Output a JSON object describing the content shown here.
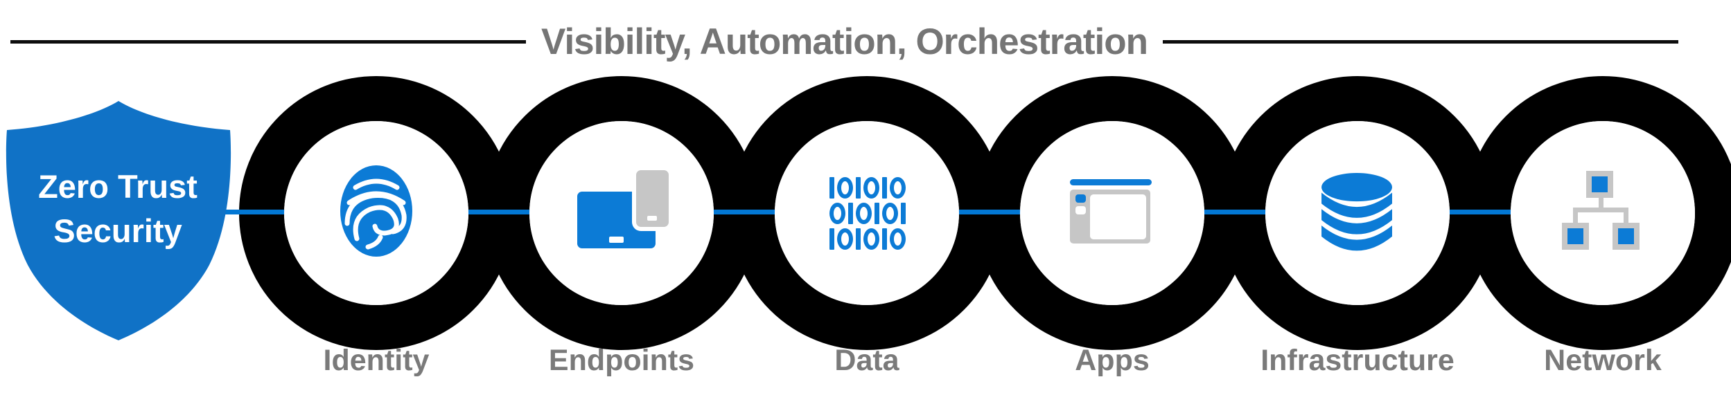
{
  "header": {
    "title": "Visibility, Automation, Orchestration"
  },
  "shield": {
    "line1": "Zero Trust",
    "line2": "Security"
  },
  "nodes": [
    {
      "label": "Identity",
      "icon": "fingerprint-icon"
    },
    {
      "label": "Endpoints",
      "icon": "devices-icon"
    },
    {
      "label": "Data",
      "icon": "binary-icon",
      "binary_lines": [
        "101010",
        "010101",
        "101010"
      ]
    },
    {
      "label": "Apps",
      "icon": "app-window-icon"
    },
    {
      "label": "Infrastructure",
      "icon": "database-icon"
    },
    {
      "label": "Network",
      "icon": "network-icon"
    }
  ],
  "colors": {
    "accent_blue": "#0C7BD6",
    "shield_blue": "#1072C6",
    "line_blue": "#0277D4",
    "ring_black": "#000000",
    "label_gray": "#7A7A7A",
    "title_gray": "#757575",
    "icon_gray": "#C6C6C6"
  }
}
